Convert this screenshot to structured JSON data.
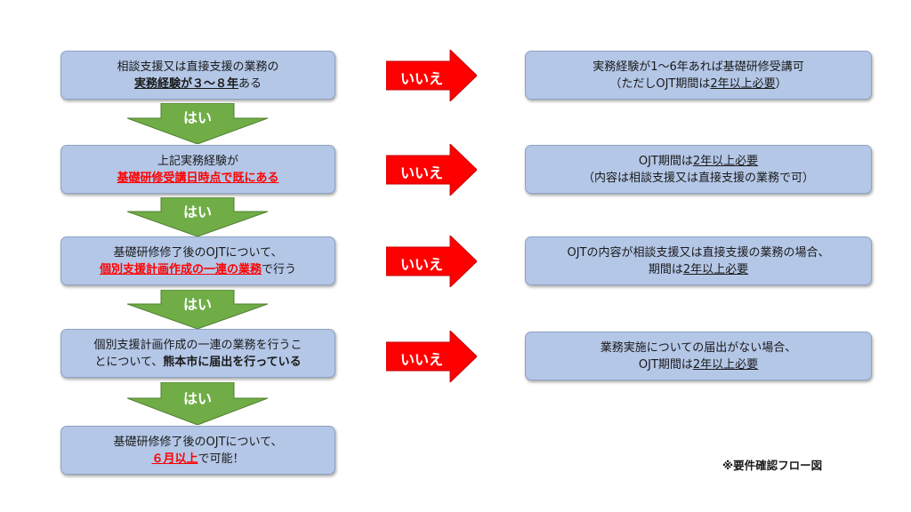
{
  "colors": {
    "box_fill": "#b4c7e7",
    "green_arrow": "#70ad47",
    "red_arrow": "#ff0000",
    "highlight": "#ff0000"
  },
  "yes_label": "はい",
  "no_label": "いいえ",
  "left": {
    "q1": {
      "line1": "相談支援又は直接支援の業務の",
      "line2_bold": "実務経験が３～８年",
      "line2_tail": "ある"
    },
    "q2": {
      "line1": "上記実務経験が",
      "line2_red": "基礎研修受講日時点で既にある"
    },
    "q3": {
      "line1": "基礎研修修了後のOJTについて、",
      "line2_red": "個別支援計画作成の一連の業務",
      "line2_tail": "で行う"
    },
    "q4": {
      "line1": "個別支援計画作成の一連の業務を行うこ",
      "line2_head": "とについて、",
      "line2_bold": "熊本市に届出を行っている"
    },
    "result": {
      "line1": "基礎研修修了後のOJTについて、",
      "line2_red": "６月以上",
      "line2_tail": "で可能！"
    }
  },
  "right": {
    "r1": {
      "line1": "実務経験が1～6年あれば基礎研修受講可",
      "line2_head": "（ただしOJT期間は",
      "line2_ul": "2年以上必要",
      "line2_tail": "）"
    },
    "r2": {
      "line1_head": "OJT期間は",
      "line1_ul": "2年以上必要",
      "line2": "（内容は相談支援又は直接支援の業務で可）"
    },
    "r3": {
      "line1": "OJTの内容が相談支援又は直接支援の業務の場合、",
      "line2_head": "期間は",
      "line2_ul": "2年以上必要"
    },
    "r4": {
      "line1": "業務実施についての届出がない場合、",
      "line2_head": "OJT期間は",
      "line2_ul": "2年以上必要"
    }
  },
  "footnote": "※要件確認フロー図"
}
